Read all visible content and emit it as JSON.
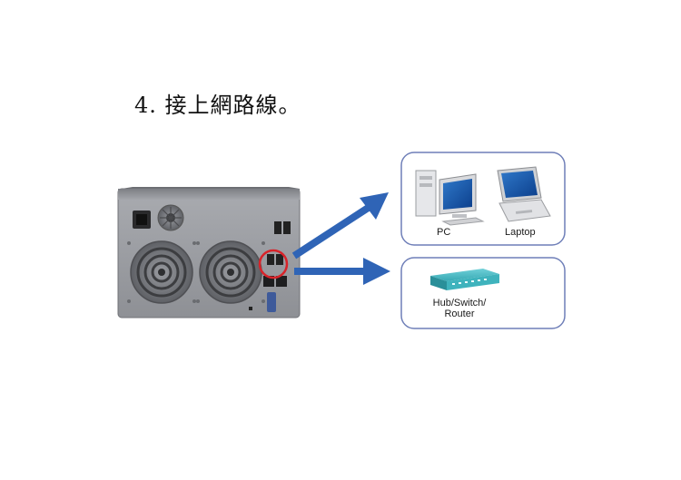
{
  "step": {
    "title": "4. 接上網路線。"
  },
  "devices": {
    "pc_label": "PC",
    "laptop_label": "Laptop",
    "hub_label_line1": "Hub/Switch/",
    "hub_label_line2": "Router"
  },
  "icons": {
    "nas": "nas-back-panel-icon",
    "pc": "desktop-pc-icon",
    "laptop": "laptop-icon",
    "hub": "network-switch-icon",
    "arrow": "arrow-icon"
  },
  "colors": {
    "arrow": "#2f64b6",
    "box_border": "#6f7fb8",
    "highlight_circle": "#d8232a",
    "hub_teal": "#36a8b3"
  }
}
